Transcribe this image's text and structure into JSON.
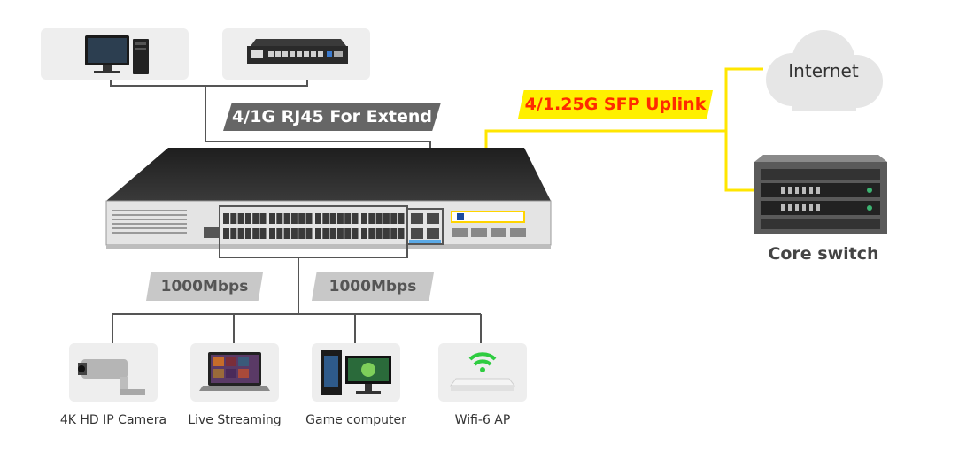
{
  "labels": {
    "rj45_extend": "4/1G RJ45 For Extend",
    "sfp_uplink": "4/1.25G SFP Uplink",
    "speed_left": "1000Mbps",
    "speed_right": "1000Mbps",
    "internet": "Internet",
    "core_switch": "Core switch"
  },
  "endpoints": [
    {
      "label": "4K HD IP Camera",
      "icon": "ip-camera-icon"
    },
    {
      "label": "Live Streaming",
      "icon": "laptop-icon"
    },
    {
      "label": "Game computer",
      "icon": "gaming-pc-icon"
    },
    {
      "label": "Wifi-6 AP",
      "icon": "wifi-ap-icon"
    }
  ],
  "top_devices": [
    {
      "icon": "desktop-computer-icon"
    },
    {
      "icon": "small-switch-icon"
    }
  ],
  "colors": {
    "uplink_line": "#ffe600",
    "uplink_text": "#ff2a00",
    "link_line": "#555555",
    "switch_body": "#2e2e2e",
    "card_bg": "#eeeeee"
  }
}
